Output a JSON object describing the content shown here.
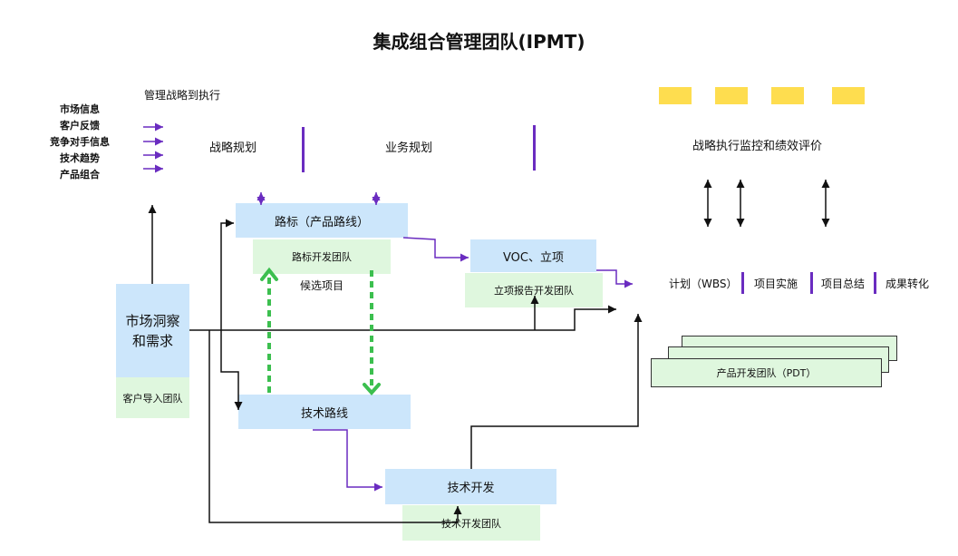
{
  "title": "集成组合管理团队(IPMT)",
  "strategy_header": "管理战略到执行",
  "inputs": [
    "市场信息",
    "客户反馈",
    "竞争对手信息",
    "技术趋势",
    "产品组合"
  ],
  "strategic_planning": "战略规划",
  "business_planning": "业务规划",
  "monitoring": "战略执行监控和绩效评价",
  "roadmap": "路标（产品路线）",
  "roadmap_team": "路标开发团队",
  "candidate_projects": "候选项目",
  "voc": "VOC、立项",
  "project_team": "立项报告开发团队",
  "market_insight": "市场洞察\n和需求",
  "customer_team": "客户导入团队",
  "tech_roadmap": "技术路线",
  "tech_dev": "技术开发",
  "tech_dev_team": "技术开发团队",
  "pdt": "产品开发团队（PDT）",
  "stages": [
    "计划（WBS）",
    "项目实施",
    "项目总结",
    "成果转化"
  ],
  "colors": {
    "blue_box": "#cce6fb",
    "green_box": "#dff7de",
    "yellow": "#fedd4f",
    "purple": "#6a2cc0",
    "dashed_green": "#3cbf4f"
  }
}
